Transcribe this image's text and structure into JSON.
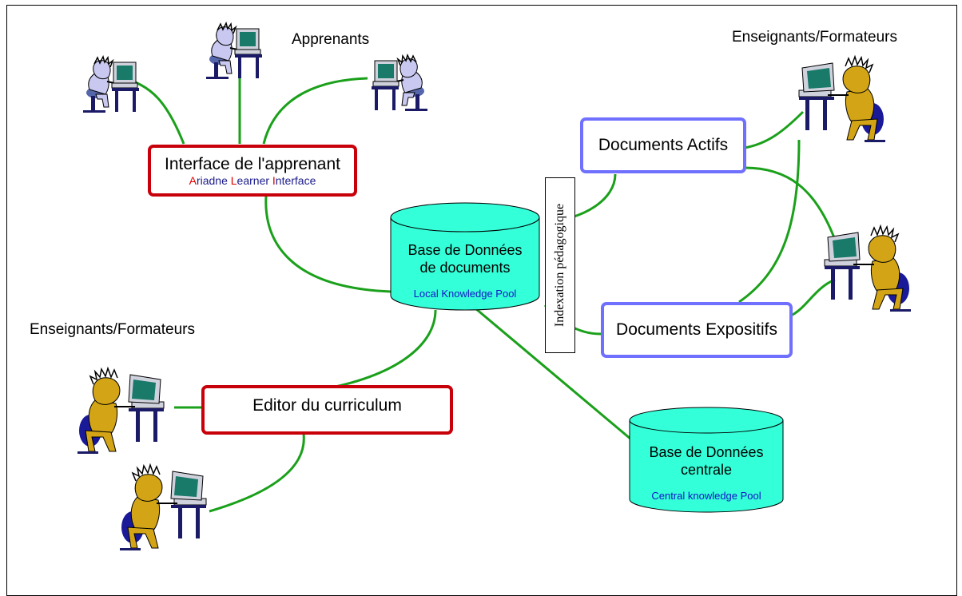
{
  "labels": {
    "apprenants": "Apprenants",
    "enseignants_top": "Enseignants/Formateurs",
    "enseignants_left": "Enseignants/Formateurs"
  },
  "learner_interface": {
    "title": "Interface de l'apprenant",
    "sub_1_initial": "A",
    "sub_1_rest": "riadne ",
    "sub_2_initial": "L",
    "sub_2_rest": "earner ",
    "sub_3_initial": "I",
    "sub_3_rest": "nterface"
  },
  "local_db": {
    "line1": "Base de Données",
    "line2": "de documents",
    "sub": "Local Knowledge Pool"
  },
  "central_db": {
    "line1": "Base de Données",
    "line2": "centrale",
    "sub": "Central knowledge Pool"
  },
  "indexation": "Indexation pédagogique",
  "docs_actifs": "Documents Actifs",
  "docs_expositifs": "Documents Expositifs",
  "editor": "Editor du curriculum",
  "colors": {
    "line": "#1aa01a",
    "red_border": "#c8000a",
    "blue_border": "#7070ff",
    "cylinder": "#33ffd9",
    "learner_figure": "#c8c8f0",
    "teacher_figure": "#d2a416",
    "screen": "#1a7a6a"
  },
  "icons": {
    "learner": "learner-at-computer-icon",
    "teacher": "teacher-at-computer-icon"
  }
}
